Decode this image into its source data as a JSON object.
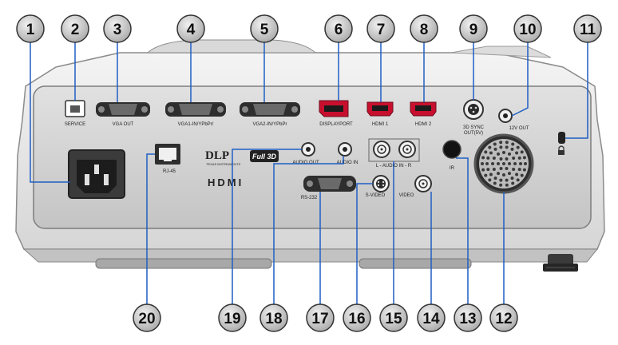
{
  "callouts": [
    {
      "n": "1",
      "port": "power_socket"
    },
    {
      "n": "2",
      "port": "service"
    },
    {
      "n": "3",
      "port": "vga_out"
    },
    {
      "n": "4",
      "port": "vga1_in"
    },
    {
      "n": "5",
      "port": "vga2_in"
    },
    {
      "n": "6",
      "port": "displayport"
    },
    {
      "n": "7",
      "port": "hdmi1"
    },
    {
      "n": "8",
      "port": "hdmi2"
    },
    {
      "n": "9",
      "port": "sync_3d"
    },
    {
      "n": "10",
      "port": "out_12v"
    },
    {
      "n": "11",
      "port": "kensington_lock"
    },
    {
      "n": "12",
      "port": "speaker"
    },
    {
      "n": "13",
      "port": "ir"
    },
    {
      "n": "14",
      "port": "video"
    },
    {
      "n": "15",
      "port": "audio_in_lr"
    },
    {
      "n": "16",
      "port": "s_video"
    },
    {
      "n": "17",
      "port": "rs232"
    },
    {
      "n": "18",
      "port": "audio_in"
    },
    {
      "n": "19",
      "port": "audio_out"
    },
    {
      "n": "20",
      "port": "rj45"
    }
  ],
  "labels": {
    "service": "SERVICE",
    "vga_out": "VGA OUT",
    "vga1_in": "VGA1-IN/YPbPr/",
    "vga2_in": "VGA2-IN/YPbPr",
    "displayport": "DISPLAYPORT",
    "hdmi1": "HDMI 1",
    "hdmi2": "HDMI 2",
    "sync_3d_line1": "3D SYNC",
    "sync_3d_line2": "OUT(5V)",
    "out_12v": "12V OUT",
    "rj45": "RJ-45",
    "audio_out": "AUDIO OUT",
    "audio_in": "AUDIO IN",
    "audio_in_lr": "L - AUDIO IN - R",
    "ir": "IR",
    "rs232": "RS-232",
    "s_video": "S-VIDEO",
    "video": "VIDEO"
  },
  "logos": {
    "dlp": "DLP",
    "dlp_sub": "TEXAS INSTRUMENTS",
    "full3d": "Full 3D",
    "hdmi": "HDMI"
  },
  "colors": {
    "callout_fill": "#c9c9c9",
    "callout_stroke": "#333333",
    "leader": "#1f5fc4",
    "body": "#e6e6e6",
    "panel": "#d2d2d2",
    "hdmi_port": "#c8102e"
  }
}
